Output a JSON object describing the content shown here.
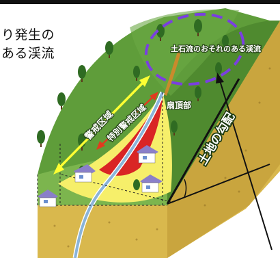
{
  "caption": {
    "line1": "り発生の",
    "line2": "ある渓流"
  },
  "labels": {
    "debris_stream": "土石流のおそれのある渓流",
    "warning_zone": "警戒区域",
    "special_warning_zone": "特別警戒区域",
    "fan_apex": "扇頂部",
    "slope_gradient": "土地の勾配"
  },
  "colors": {
    "hill_green": "#5f9d3a",
    "warning_yellow": "#f6ef6a",
    "special_red": "#d92525",
    "soil": "#d9b84d",
    "boundary_purple": "#7a3fe0",
    "arrow_yellow": "#ffff33",
    "arrow_red": "#e23a1f",
    "stream_blue": "#8ab4d9"
  }
}
